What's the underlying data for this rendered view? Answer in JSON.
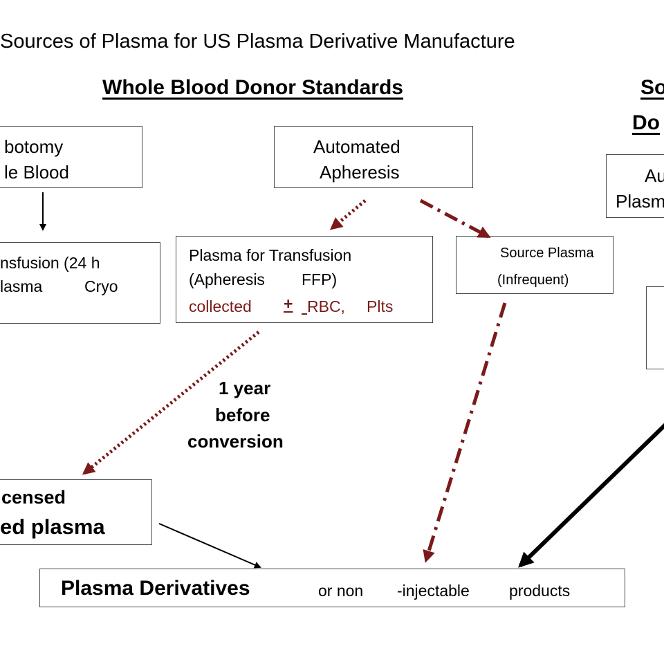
{
  "title": "Sources of Plasma for US Plasma Derivative Manufacture",
  "headers": {
    "whole_blood": "Whole Blood Donor Standards",
    "source_line1": "So",
    "source_line2": "Do"
  },
  "boxes": {
    "phlebotomy": {
      "line1": "botomy",
      "line2": "le Blood"
    },
    "automated_apheresis": {
      "line1": "Automated",
      "line2": "Apheresis"
    },
    "right_top": {
      "line1": "Au",
      "line2": "Plasm"
    },
    "transfusion": {
      "line1": "nsfusion (24 h",
      "line2a": "lasma",
      "line2b": "Cryo"
    },
    "plasma_for_transfusion": {
      "line1": "Plasma for Transfusion",
      "line2a": "(Apheresis",
      "line2b": "FFP)",
      "line3a": "collected",
      "line3b": "+",
      "line3c": "RBC,",
      "line3d": "Plts"
    },
    "source_plasma": {
      "line1": "Source Plasma",
      "line2": "(Infrequent)"
    },
    "recovered": {
      "line1": "censed",
      "line2": "ed plasma"
    },
    "derivatives": {
      "main": "Plasma Derivatives",
      "rest1": "or non",
      "rest2": "-injectable",
      "rest3": "products"
    }
  },
  "annotation": {
    "line1": "1 year",
    "line2": "before",
    "line3": "conversion"
  },
  "colors": {
    "dark_red": "#7a1a1a",
    "border": "#4a4a4a"
  }
}
